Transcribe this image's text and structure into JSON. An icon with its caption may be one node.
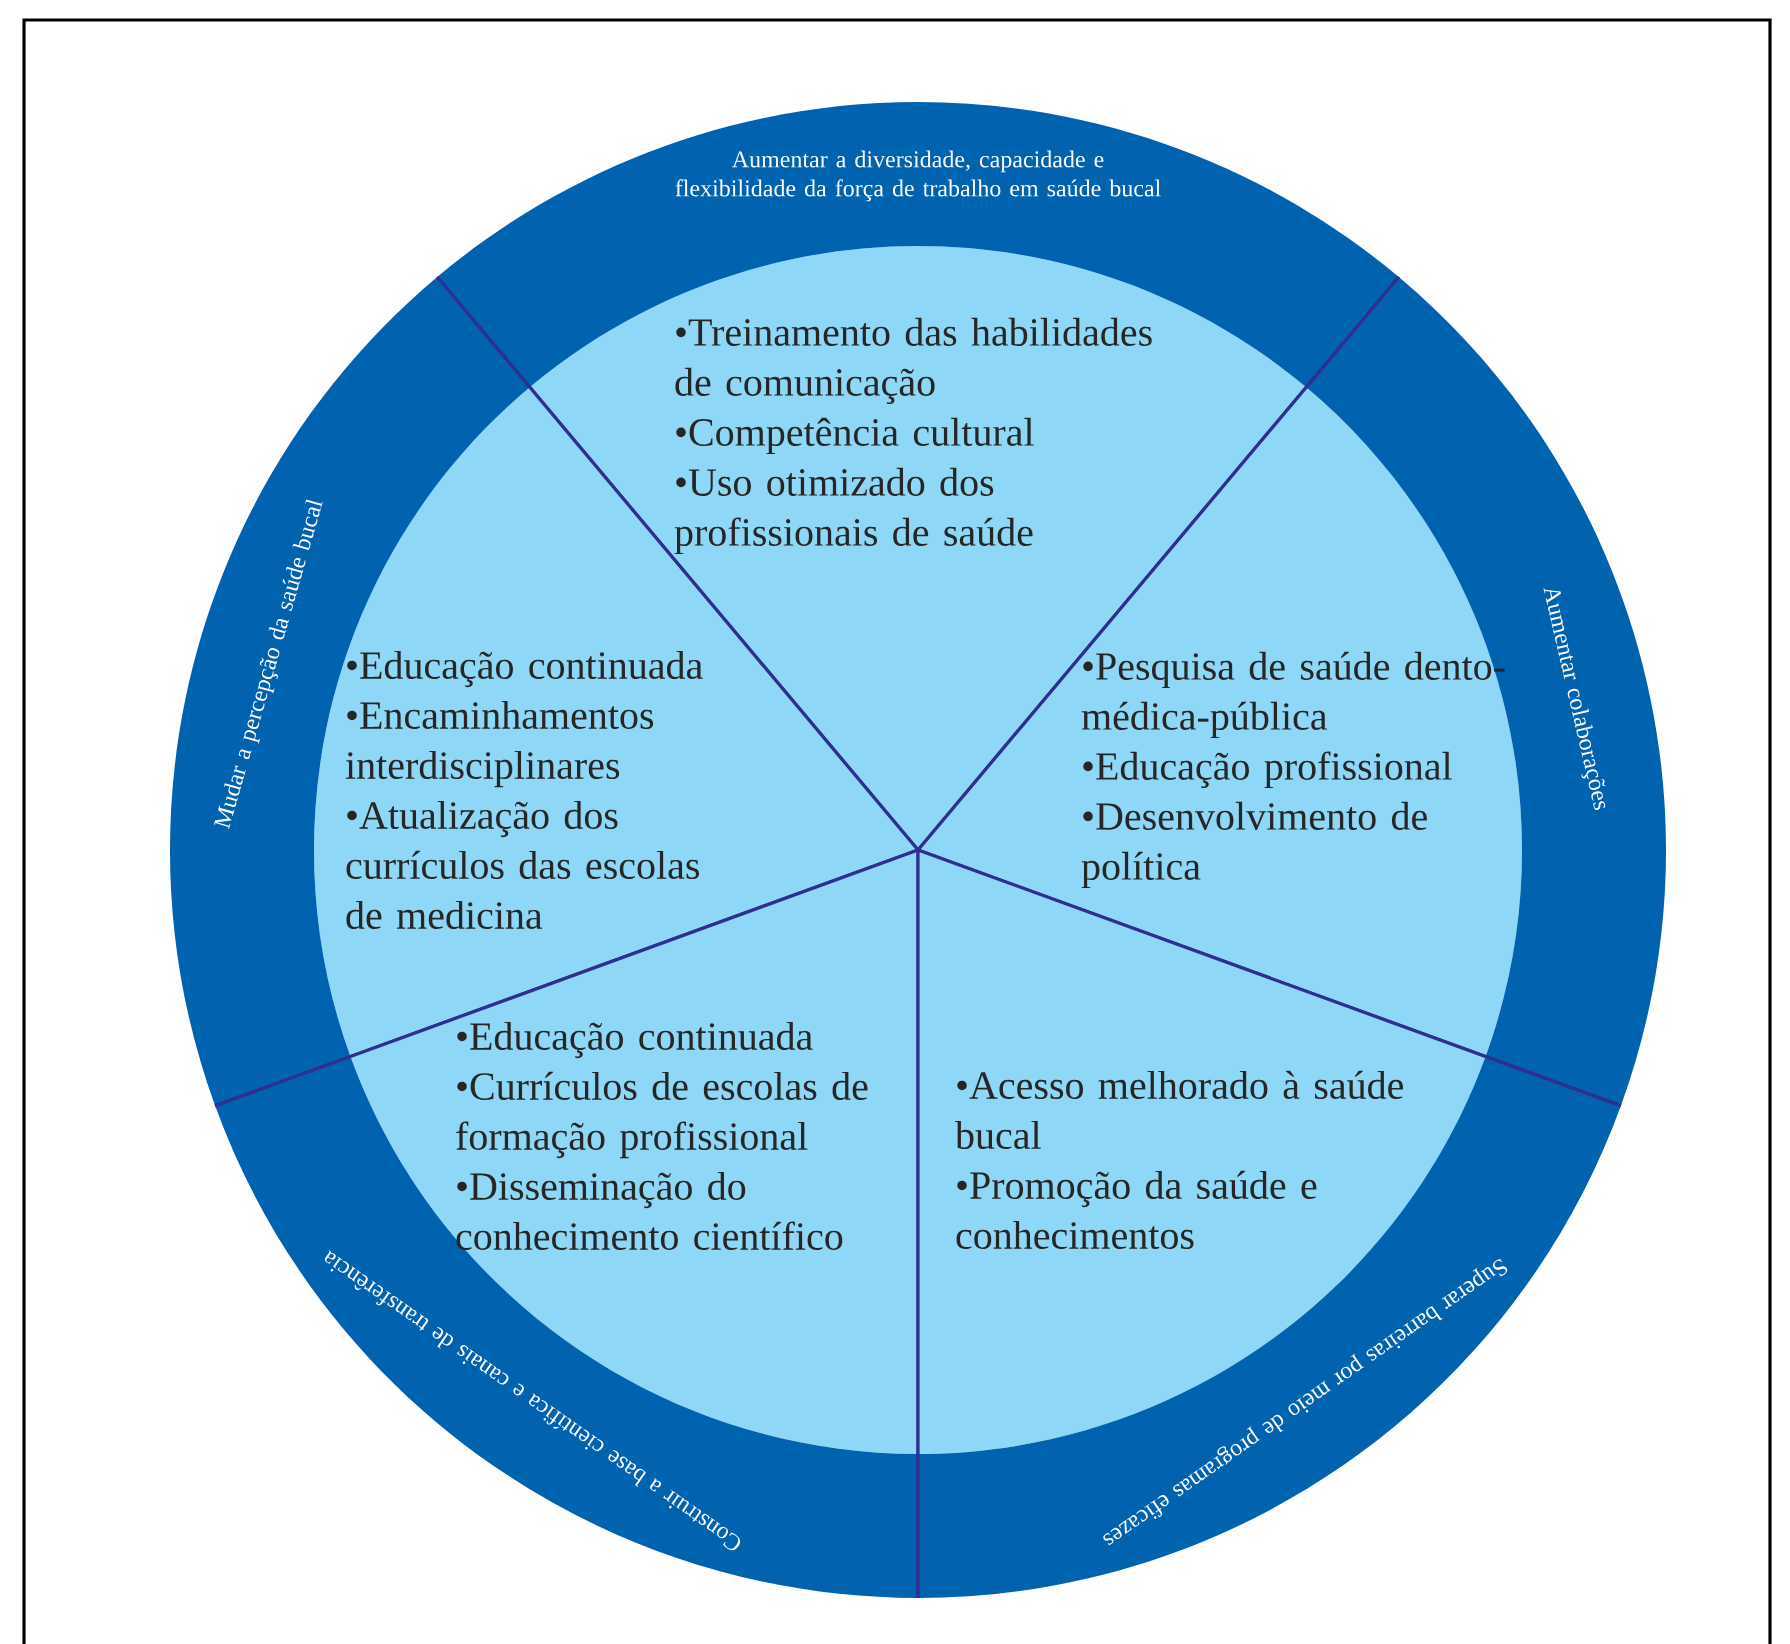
{
  "diagram": {
    "nodes": [
      {
        "text": [
          "Aumentar a diversidade, capacidade e flexibilidade da força de trabalho em saúde bucal",
          "•Treinamento das habilidades de comunicação",
          "•Competência cultural",
          "•Uso otimizado dos profissionais de saúde"
        ]
      },
      {
        "text": [
          "Mudar a percepção da saúde bucal",
          "•Educação continuada",
          "•Encaminhamentos interdisciplinares",
          "•Atualização dos currículos das escolas de medicina"
        ]
      },
      {
        "text": [
          "Aumentar colaborações",
          "•Pesquisa de saúde dento-médica-pública",
          "•Educação profissional",
          "•Desenvolvimento de política"
        ]
      },
      {
        "text": [
          "Construir a base científica e canais de transferência",
          "•Educação continuada",
          "•Currículos de escolas de formação profissional",
          "•Disseminação do conhecimento científico"
        ]
      },
      {
        "text": [
          "Superar barreiras por meio de programas eficazes",
          "•Acesso melhorado à saúde bucal",
          "•Promoção da saúde e conhecimentos"
        ]
      }
    ]
  }
}
